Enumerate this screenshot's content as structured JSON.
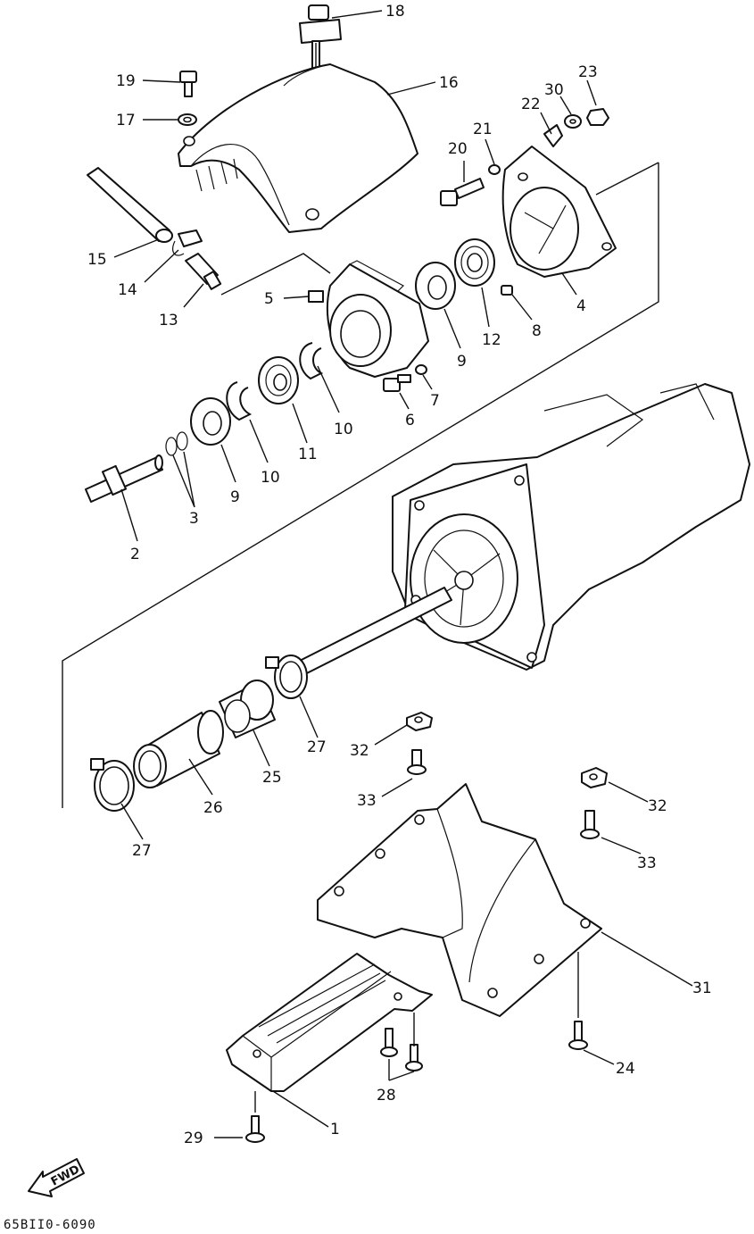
{
  "diagram": {
    "callouts": {
      "c1": "1",
      "c2": "2",
      "c3": "3",
      "c4": "4",
      "c5": "5",
      "c6": "6",
      "c7": "7",
      "c8": "8",
      "c9a": "9",
      "c9b": "9",
      "c10a": "10",
      "c10b": "10",
      "c11": "11",
      "c12": "12",
      "c13": "13",
      "c14": "14",
      "c15": "15",
      "c16": "16",
      "c17": "17",
      "c18": "18",
      "c19": "19",
      "c20": "20",
      "c21": "21",
      "c22": "22",
      "c23": "23",
      "c24": "24",
      "c25": "25",
      "c26": "26",
      "c27a": "27",
      "c27b": "27",
      "c28": "28",
      "c29": "29",
      "c30": "30",
      "c31": "31",
      "c32a": "32",
      "c32b": "32",
      "c33a": "33",
      "c33b": "33"
    },
    "fwd_label": "FWD",
    "figure_code": "65BII0-6090"
  }
}
